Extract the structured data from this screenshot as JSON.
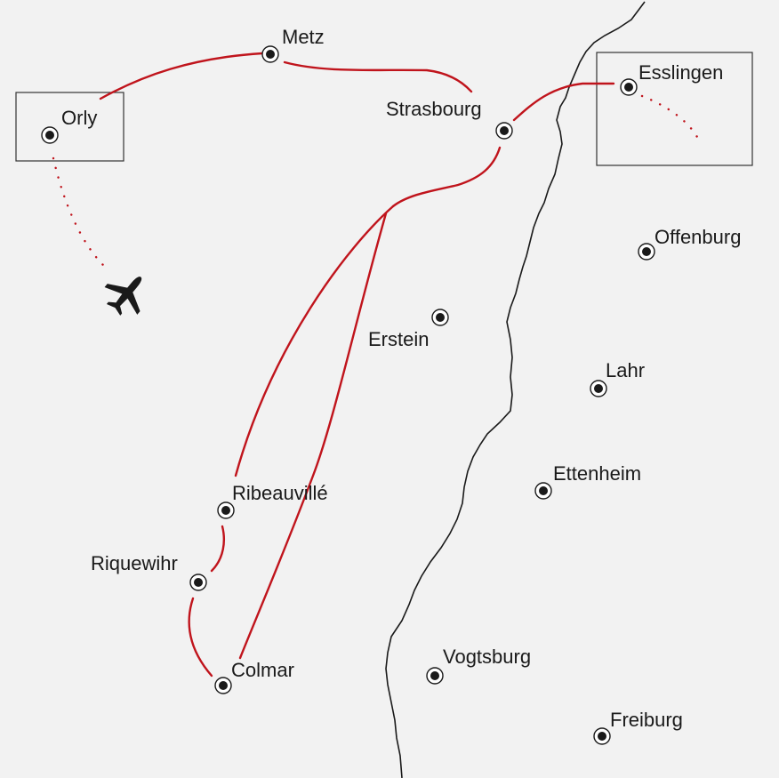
{
  "map": {
    "cities": [
      {
        "id": "metz",
        "label": "Metz"
      },
      {
        "id": "orly",
        "label": "Orly"
      },
      {
        "id": "strasbourg",
        "label": "Strasbourg"
      },
      {
        "id": "esslingen",
        "label": "Esslingen"
      },
      {
        "id": "offenburg",
        "label": "Offenburg"
      },
      {
        "id": "erstein",
        "label": "Erstein"
      },
      {
        "id": "lahr",
        "label": "Lahr"
      },
      {
        "id": "ettenheim",
        "label": "Ettenheim"
      },
      {
        "id": "ribeauville",
        "label": "Ribeauvillé"
      },
      {
        "id": "riquewihr",
        "label": "Riquewihr"
      },
      {
        "id": "colmar",
        "label": "Colmar"
      },
      {
        "id": "vogtsburg",
        "label": "Vogtsburg"
      },
      {
        "id": "freiburg",
        "label": "Freiburg"
      }
    ],
    "route_color": "#c0141c",
    "icons": {
      "airplane": "airplane-icon",
      "city_marker": "city-marker-icon"
    }
  }
}
